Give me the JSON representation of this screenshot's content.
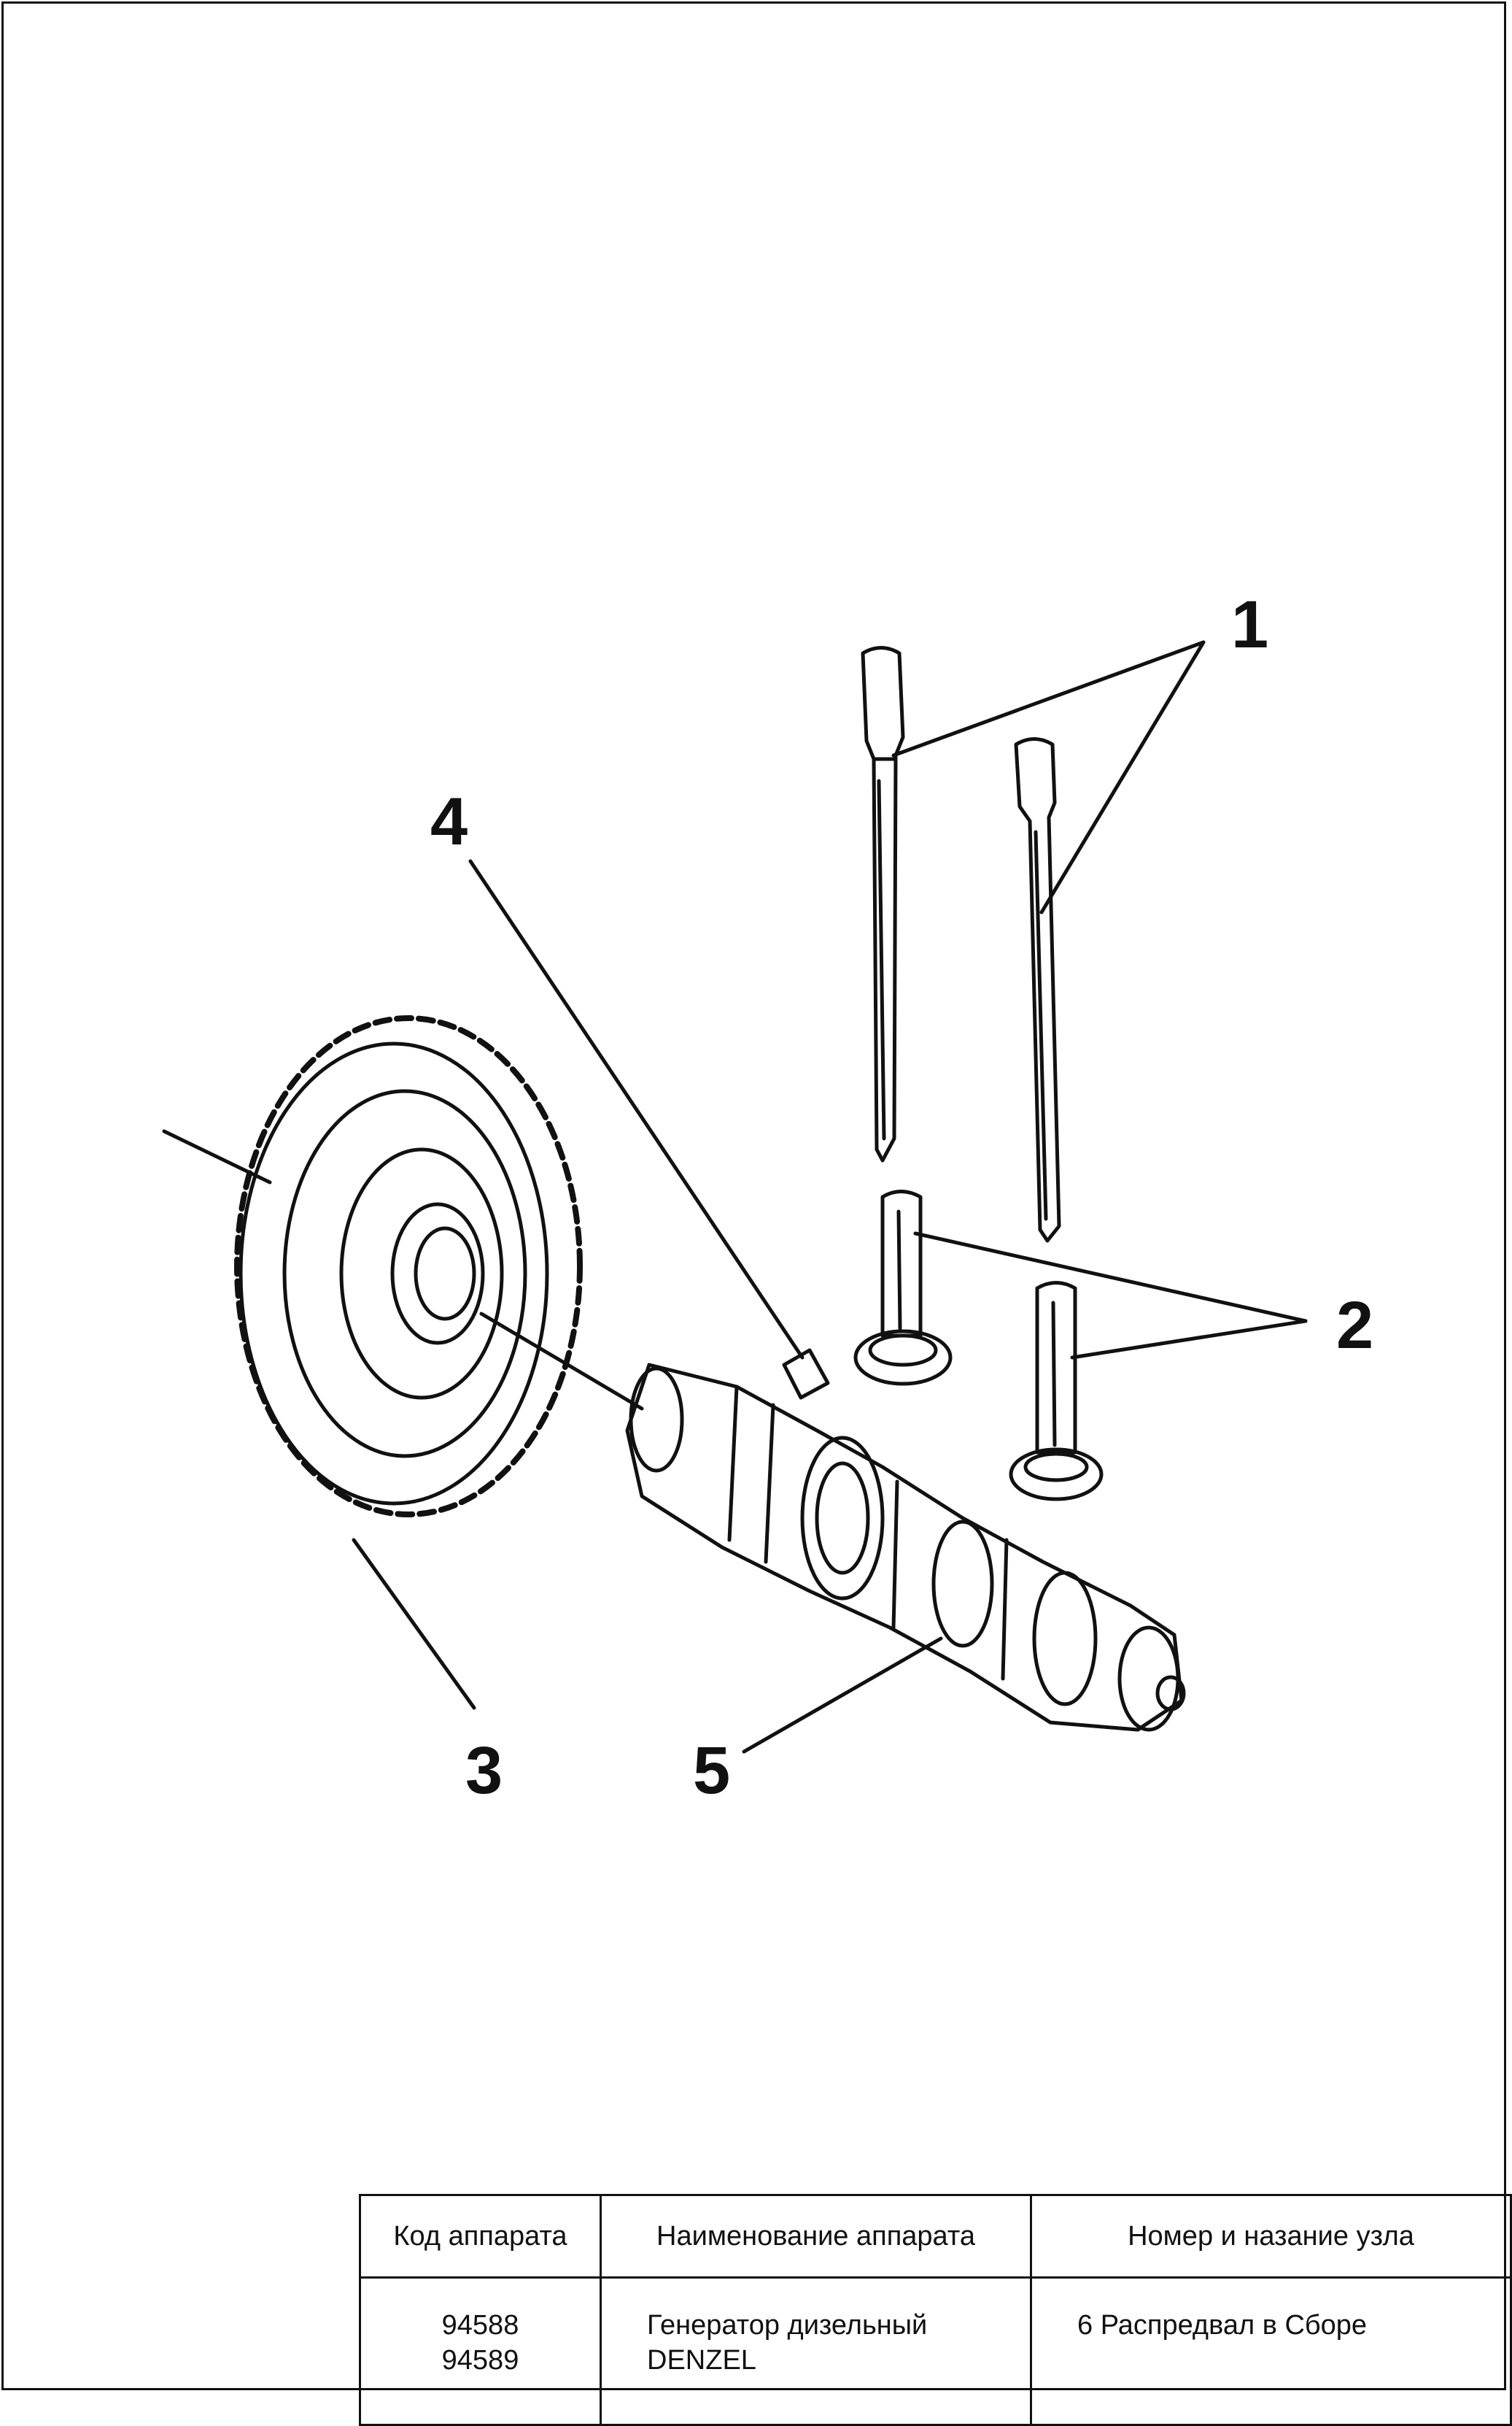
{
  "callouts": [
    "1",
    "2",
    "3",
    "4",
    "5"
  ],
  "title_block": {
    "headers": {
      "code": "Код аппарата",
      "name": "Наименование аппарата",
      "node": "Номер и назание узла"
    },
    "values": {
      "codes": [
        "94588",
        "94589"
      ],
      "name_lines": [
        "Генератор дизельный",
        "DENZEL"
      ],
      "node": "6 Распредвал в Сборе"
    }
  }
}
